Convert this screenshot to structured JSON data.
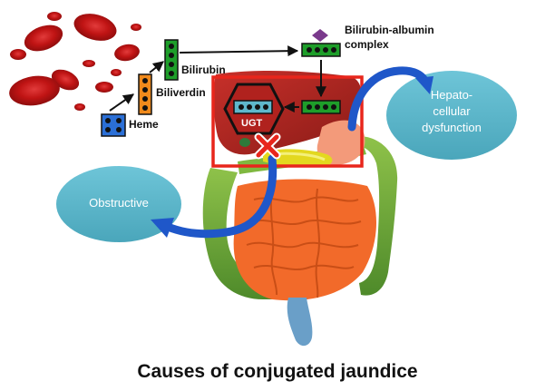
{
  "labels": {
    "heme": "Heme",
    "biliverdin": "Biliverdin",
    "bilirubin": "Bilirubin",
    "complex_line1": "Bilirubin-albumin",
    "complex_line2": "complex",
    "ugt": "UGT"
  },
  "bubbles": {
    "hepato_line1": "Hepato-",
    "hepato_line2": "cellular",
    "hepato_line3": "dysfunction",
    "obstructive": "Obstructive"
  },
  "title": "Causes of conjugated jaundice",
  "colors": {
    "heme_blue": "#2b6fd6",
    "biliverdin_orange": "#f08a1c",
    "bilirubin_green": "#1e9e2a",
    "albumin_purple": "#7a3a8c",
    "liver_red": "#b0221e",
    "highlight_box": "#e8261c",
    "bubble_teal": "#5fb8cc",
    "arrow_blue": "#1f57c9",
    "intestine_orange": "#f26a2a",
    "colon_green": "#6fa63a",
    "block_red": "#e8261c"
  },
  "icons": [
    "heme-molecule-icon",
    "biliverdin-chain-icon",
    "bilirubin-chain-icon",
    "albumin-diamond-icon",
    "block-x-icon"
  ]
}
